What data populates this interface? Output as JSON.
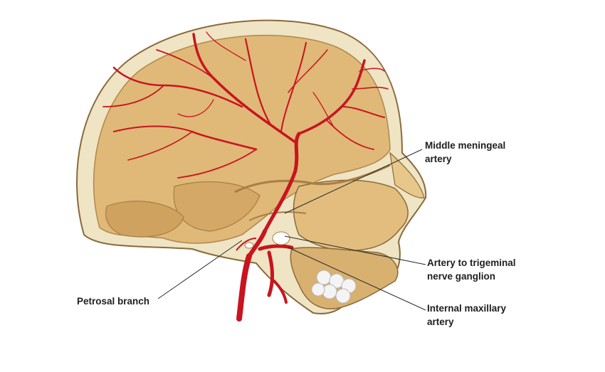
{
  "labels": {
    "middle_meningeal": [
      "Middle meningeal",
      "artery"
    ],
    "trigeminal": [
      "Artery to trigeminal",
      "nerve ganglion"
    ],
    "internal_maxillary": [
      "Internal maxillary",
      "artery"
    ],
    "petrosal": [
      "Petrosal branch"
    ]
  },
  "colors": {
    "bone": "#e0b878",
    "bone_dark": "#c8995a",
    "bone_outline": "#8a6a3a",
    "diploe": "#efe4c4",
    "artery": "#c8141e",
    "leader": "#2a2a2a",
    "teeth": "#f4f4f4"
  }
}
